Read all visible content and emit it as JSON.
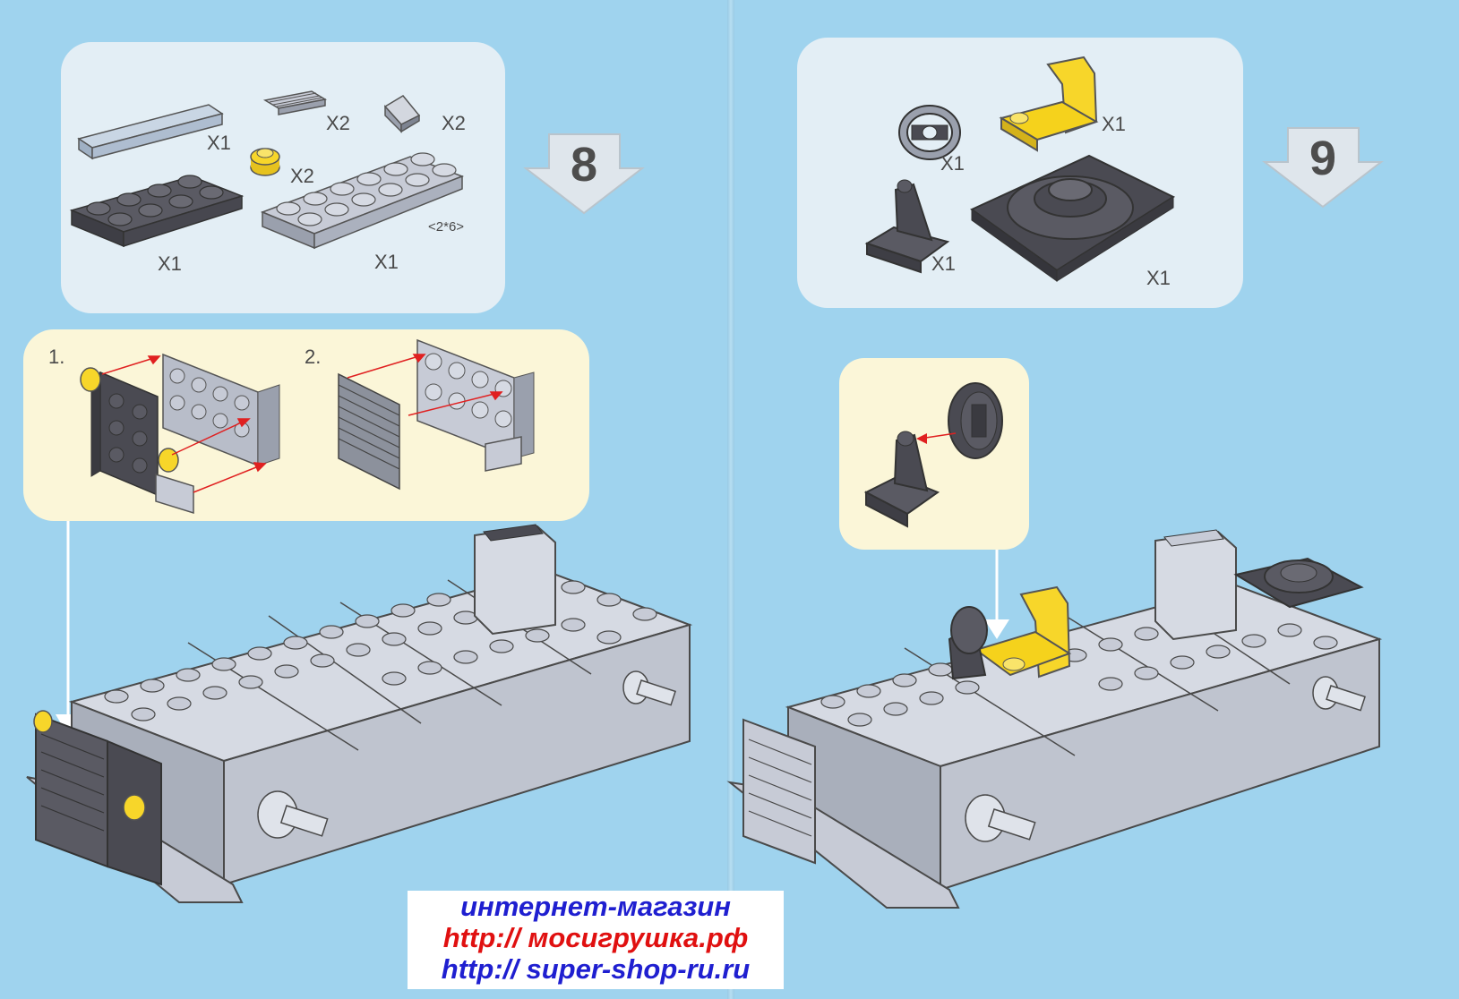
{
  "step8": {
    "number": "8",
    "parts": [
      {
        "qty": "X1"
      },
      {
        "qty": "X2"
      },
      {
        "qty": "X2"
      },
      {
        "qty": "X2"
      },
      {
        "qty": "X1"
      },
      {
        "qty": "X1",
        "size": "<2*6>"
      }
    ],
    "substeps": [
      "1.",
      "2."
    ]
  },
  "step9": {
    "number": "9",
    "parts": [
      {
        "qty": "X1"
      },
      {
        "qty": "X1"
      },
      {
        "qty": "X1"
      },
      {
        "qty": "X1"
      }
    ]
  },
  "watermark": {
    "line1": "интернет-магазин",
    "line2": "http:// мосигрушка.рф",
    "line3": "http:// super-shop-ru.ru"
  },
  "colors": {
    "background": "#9fd3ee",
    "parts_panel": "#e3eef5",
    "substep_panel": "#fbf6d8",
    "brick_gray": "#c7cbd6",
    "brick_dark": "#4a4a52",
    "brick_yellow": "#f7d62a",
    "assembly_arrow": "#e02020",
    "watermark_blue": "#1f1fd0",
    "watermark_red": "#e01010"
  }
}
